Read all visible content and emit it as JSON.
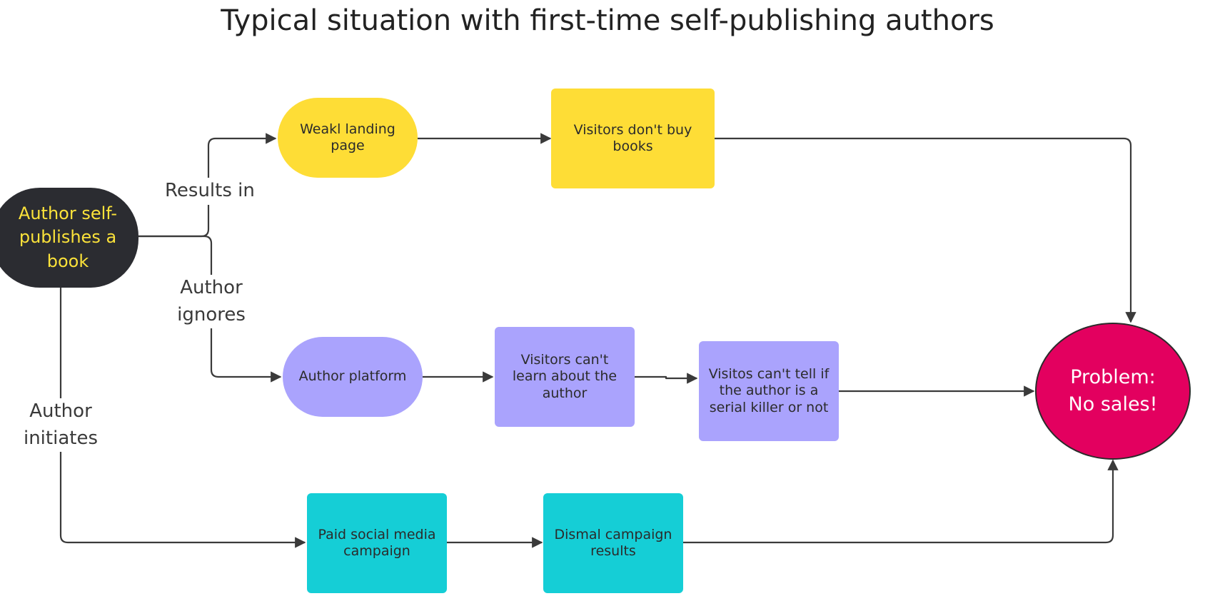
{
  "title": "Typical situation with first-time self-publishing authors",
  "colors": {
    "start_fill": "#2b2c31",
    "start_text": "#fbe23a",
    "yellow": "#fedd36",
    "purple": "#aaa3fd",
    "teal": "#15ced6",
    "problem_fill": "#e3005f",
    "edge": "#3a3a3a"
  },
  "nodes": {
    "start": "Author self-publishes a book",
    "weak_landing_page": "Weakl landing page",
    "visitors_dont_buy": "Visitors don't buy books",
    "author_platform": "Author platform",
    "visitors_cant_learn": "Visitors can't learn about the author",
    "visitors_cant_tell": "Visitos can't tell if the author is a serial killer or not",
    "paid_social": "Paid social media campaign",
    "dismal_results": "Dismal campaign results",
    "problem": "Problem: No sales!"
  },
  "edge_labels": {
    "results_in": "Results in",
    "author_ignores": "Author ignores",
    "author_initiates": "Author initiates"
  }
}
